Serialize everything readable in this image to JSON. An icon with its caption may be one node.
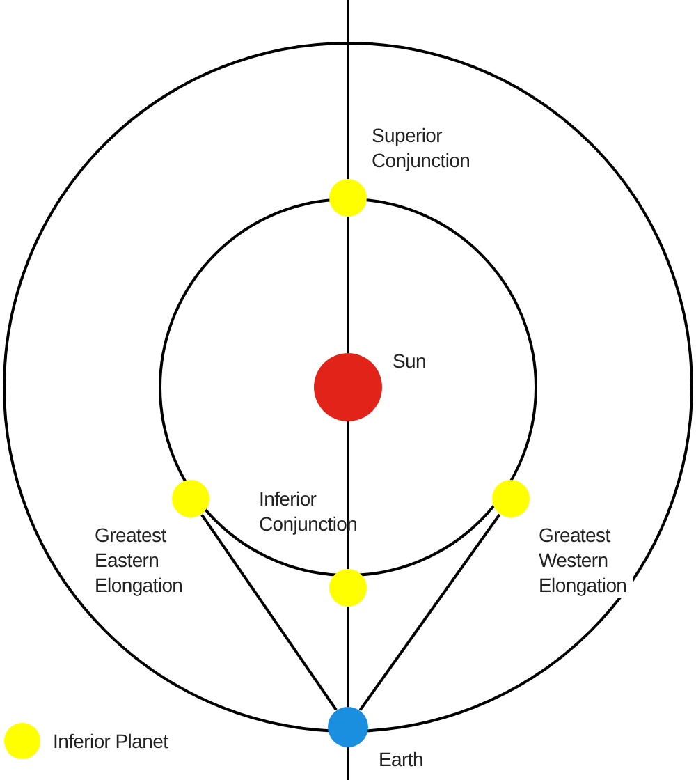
{
  "diagram": {
    "nodes": [
      {
        "text": [
          "Superior Conjunction"
        ]
      },
      {
        "text": [
          "Sun"
        ]
      },
      {
        "text": [
          "Greatest Eastern Elongation"
        ]
      },
      {
        "text": [
          "Inferior Conjunction"
        ]
      },
      {
        "text": [
          "Greatest Western Elongation"
        ]
      },
      {
        "text": [
          "Earth"
        ]
      }
    ],
    "edges": [
      {
        "from": 5,
        "to": 2,
        "arrow": "none"
      },
      {
        "from": 5,
        "to": 4,
        "arrow": "none"
      }
    ],
    "legend": [
      {
        "text": "Inferior Planet",
        "color": "#ffff00"
      }
    ]
  }
}
